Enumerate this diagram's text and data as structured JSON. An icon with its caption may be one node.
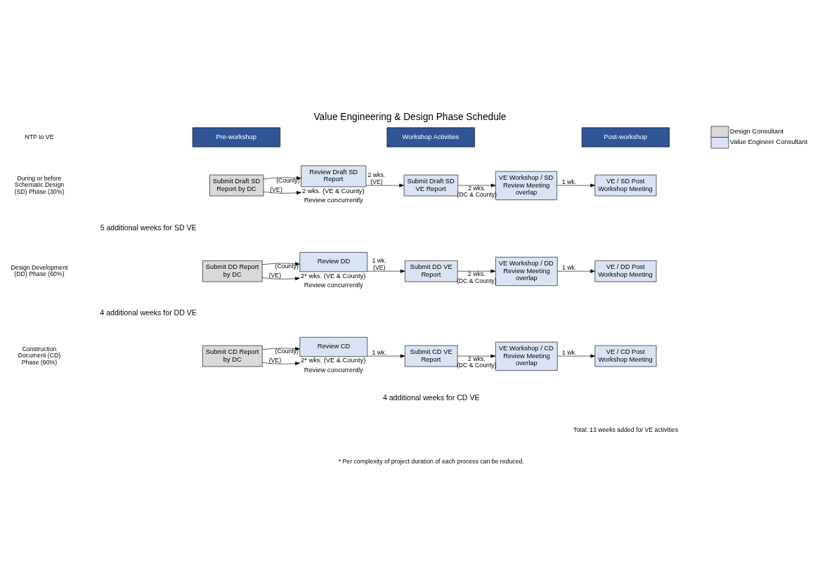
{
  "diagram": {
    "title": "Value Engineering & Design Phase Schedule",
    "nodes": [
      {
        "text": [
          "Pre-workshop"
        ]
      },
      {
        "text": [
          "Workshop Activities"
        ]
      },
      {
        "text": [
          "Post-workshop"
        ]
      },
      {
        "text": [
          "Submit Draft SD Report by DC"
        ]
      },
      {
        "text": [
          "Review Draft SD Report"
        ],
        "beside": [
          "2 wks. (VE & County)",
          "Review concurrently"
        ]
      },
      {
        "text": [
          "Submit Draft SD VE Report"
        ]
      },
      {
        "text": [
          "VE Workshop / SD Review Meeting overlap"
        ]
      },
      {
        "text": [
          "VE / SD Post Workshop Meeting"
        ]
      },
      {
        "text": [
          "Submit DD Report by DC"
        ]
      },
      {
        "text": [
          "Review DD"
        ],
        "beside": [
          "2* wks. (VE & County)",
          "Review concurrently"
        ]
      },
      {
        "text": [
          "Submit DD VE Report"
        ]
      },
      {
        "text": [
          "VE Workshop / DD Review Meeting overlap"
        ]
      },
      {
        "text": [
          "VE / DD Post Workshop Meeting"
        ]
      },
      {
        "text": [
          "Submit CD Report by DC"
        ]
      },
      {
        "text": [
          "Review CD"
        ],
        "beside": [
          "2* wks. (VE & County)",
          "Review concurrently"
        ]
      },
      {
        "text": [
          "Submit CD VE Report"
        ]
      },
      {
        "text": [
          "VE Workshop / CD Review Meeting overlap"
        ]
      },
      {
        "text": [
          "VE / CD Post Workshop Meeting"
        ]
      }
    ],
    "edges": [
      {
        "from": 3,
        "to": 4,
        "arrow": "to",
        "label": "(VE)"
      },
      {
        "from": 3,
        "to": 4,
        "arrow": "to",
        "label": "(County)"
      },
      {
        "from": 4,
        "to": 5,
        "arrow": "to",
        "label": "2 wks. (VE)"
      },
      {
        "from": 5,
        "to": 6,
        "arrow": "to",
        "label": "2 wks. (DC & County)"
      },
      {
        "from": 6,
        "to": 7,
        "arrow": "to",
        "label": "1 wk."
      },
      {
        "from": 8,
        "to": 9,
        "arrow": "to",
        "label": "(VE)"
      },
      {
        "from": 8,
        "to": 9,
        "arrow": "to",
        "label": "(County)"
      },
      {
        "from": 9,
        "to": 10,
        "arrow": "to",
        "label": "1 wk. (VE)"
      },
      {
        "from": 10,
        "to": 11,
        "arrow": "to",
        "label": "2 wks. (DC & County)"
      },
      {
        "from": 11,
        "to": 12,
        "arrow": "to",
        "label": "1 wk."
      },
      {
        "from": 13,
        "to": 14,
        "arrow": "to",
        "label": "(VE)"
      },
      {
        "from": 13,
        "to": 14,
        "arrow": "to",
        "label": "(County)"
      },
      {
        "from": 14,
        "to": 15,
        "arrow": "to",
        "label": "1 wk."
      },
      {
        "from": 15,
        "to": 16,
        "arrow": "to",
        "label": "2 wks. (DC & County)"
      },
      {
        "from": 16,
        "to": 17,
        "arrow": "to",
        "label": "1 wk."
      }
    ],
    "labels": [
      "NTP to VE",
      "During or before Schematic Design (SD) Phase (30%)",
      "Design Development (DD) Phase (60%)",
      "Construction Document (CD) Phase (90%)",
      "5 additional weeks for SD VE",
      "4 additional weeks for DD VE",
      "4 additional weeks for CD VE",
      "Total: 13 weeks added for VE activities",
      "* Per complexity of project duration of each process can be reduced."
    ],
    "legend": [
      {
        "text": "Design Consultant",
        "color": "#d9d9d9"
      },
      {
        "text": "Value Engineer Consultant",
        "color": "#dae3f3"
      }
    ]
  }
}
